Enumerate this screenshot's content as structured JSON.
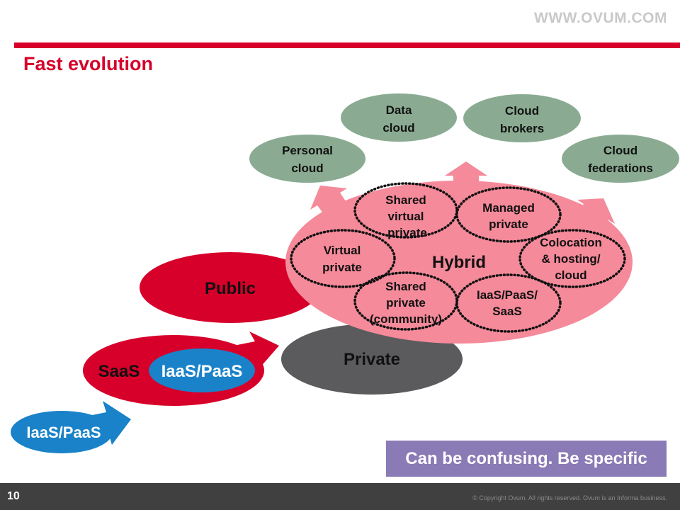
{
  "header": {
    "site": "WWW.OVUM.COM",
    "title": "Fast evolution"
  },
  "colors": {
    "red": "#d6002a",
    "pink": "#f58a9a",
    "gray": "#5b5b5d",
    "green": "#8aab92",
    "blue": "#1a82c8",
    "purple": "#8a7ab5"
  },
  "outer": {
    "personal": [
      "Personal",
      "cloud"
    ],
    "data": [
      "Data",
      "cloud"
    ],
    "brokers": [
      "Cloud",
      "brokers"
    ],
    "federations": [
      "Cloud",
      "federations"
    ]
  },
  "hybrid": {
    "label": "Hybrid",
    "shared_virtual": [
      "Shared",
      "virtual",
      "private"
    ],
    "managed": [
      "Managed",
      "private"
    ],
    "virtual": [
      "Virtual",
      "private"
    ],
    "colocation": [
      "Colocation",
      "& hosting/",
      "cloud"
    ],
    "shared_private": [
      "Shared",
      "private",
      "(community)"
    ],
    "iaas_paas_saas": [
      "IaaS/PaaS/",
      "SaaS"
    ]
  },
  "public": "Public",
  "private": "Private",
  "saas": "SaaS",
  "saas_iaas": "IaaS/PaaS",
  "iaas": "IaaS/PaaS",
  "callout": "Can be confusing. Be specific",
  "footer": {
    "page": "10",
    "copyright": "© Copyright Ovum. All rights reserved. Ovum is an Informa business."
  }
}
